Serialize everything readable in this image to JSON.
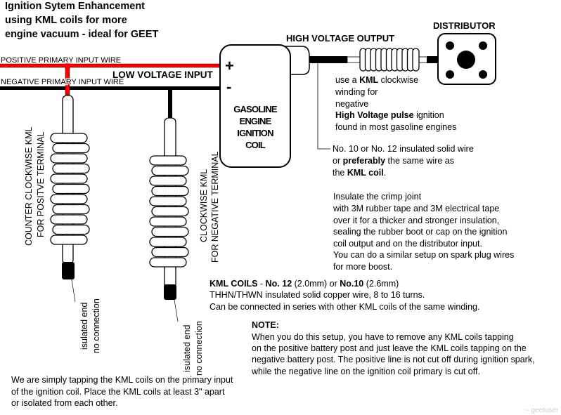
{
  "title": [
    "Ignition Sytem Enhancement",
    "using KML coils for more",
    "engine vacuum - ideal for GEET"
  ],
  "labels": {
    "positive_wire": "POSITIVE PRIMARY INPUT WIRE",
    "negative_wire": "NEGATIVE PRIMARY INPUT WIRE",
    "low_voltage": "LOW VOLTAGE INPUT",
    "high_voltage": "HIGH VOLTAGE OUTPUT",
    "distributor": "DISTRIBUTOR",
    "plus": "+",
    "minus": "-",
    "coil": [
      "GASOLINE",
      "ENGINE",
      "IGNITION",
      "COIL"
    ],
    "left_kml": [
      "COUNTER CLOCKWISE KML",
      "FOR POSITVE TERMINAL"
    ],
    "right_kml": [
      "CLOCKWISE KML",
      "FOR NEGATIVE TERMINAL"
    ],
    "insulated": [
      "isulated end",
      "no connection"
    ]
  },
  "notes": {
    "hv_a": "use a ",
    "hv_b": "KML",
    "hv_c": " clockwise",
    "hv_2": "winding for",
    "hv_3": "negative",
    "hv_4a": "High Voltage pulse",
    "hv_4b": " ignition",
    "hv_5": "found in most gasoline engines",
    "wire_1": "No. 10 or No. 12 insulated solid wire",
    "wire_2a": "or ",
    "wire_2b": "preferably",
    "wire_2c": " the same wire as",
    "wire_3a": "the ",
    "wire_3b": "KML coil",
    "wire_3c": ".",
    "insulate": [
      "Insulate the crimp joint",
      "with 3M rubber tape and 3M electrical tape",
      "over it for a thicker and stronger insulation,",
      "sealing the rubber boot or cap on the ignition",
      "coil output and on the distributor input.",
      "You can do a similar setup on spark plug wires",
      "for more boost."
    ],
    "kml_a": "KML COILS",
    "kml_b": " - ",
    "kml_c": "No. 12",
    "kml_d": " (2.0mm) or ",
    "kml_e": "No.10",
    "kml_f": " (2.6mm)",
    "kml_2": "THHN/THWN insulated solid copper wire, 8 to 16 turns.",
    "kml_3": "Can be connected in series with other KML coils of the same winding.",
    "note_title": "NOTE:",
    "note": [
      "When you do this setup, you have to remove any KML coils tapping",
      "on the positive battery post and just leave the KML coils tapping on the",
      "negative battery post. The positive line is not cut off during ignition spark,",
      "while the negative line on the ignition coil primary is cut off."
    ],
    "bottom": [
      "We are simply tapping the KML coils on the primary input",
      "of the ignition coil. Place the KML coils at least 3\" apart",
      "or isolated from each other."
    ]
  },
  "watermark": "-- geetuser",
  "colors": {
    "positive": "#ff0000",
    "negative": "#000000"
  }
}
